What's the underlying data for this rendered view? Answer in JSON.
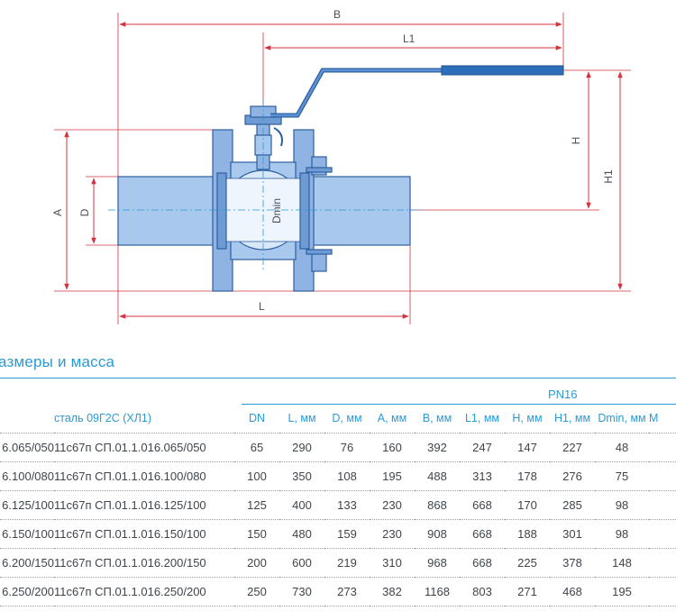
{
  "drawing": {
    "labels": {
      "b": "B",
      "l1": "L1",
      "h": "H",
      "h1": "H1",
      "a": "A",
      "d": "D",
      "dmin": "Dmin",
      "l": "L"
    },
    "colors": {
      "body_fill": "#8fb4e3",
      "body_stroke": "#2d5f9e",
      "handle": "#2e6fb9",
      "dimension_lines": "#d2343f",
      "axis": "#2a9ad6"
    }
  },
  "section": {
    "title": "азмеры и масса"
  },
  "table": {
    "group_label": "PN16",
    "columns": {
      "material": "сталь 09Г2С (ХЛ1)",
      "dn": "DN",
      "l": "L, мм",
      "d": "D, мм",
      "a": "A, мм",
      "b": "B, мм",
      "l1": "L1, мм",
      "h": "H, мм",
      "h1": "H1, мм",
      "dmin": "Dmin, мм",
      "mass": "М"
    },
    "rows": [
      {
        "code": "6.065/050",
        "name": "11с67п СП.01.1.016.065/050",
        "dn": "65",
        "l": "290",
        "d": "76",
        "a": "160",
        "b": "392",
        "l1": "247",
        "h": "147",
        "h1": "227",
        "dmin": "48"
      },
      {
        "code": "6.100/080",
        "name": "11с67п СП.01.1.016.100/080",
        "dn": "100",
        "l": "350",
        "d": "108",
        "a": "195",
        "b": "488",
        "l1": "313",
        "h": "178",
        "h1": "276",
        "dmin": "75"
      },
      {
        "code": "6.125/100",
        "name": "11с67п СП.01.1.016.125/100",
        "dn": "125",
        "l": "400",
        "d": "133",
        "a": "230",
        "b": "868",
        "l1": "668",
        "h": "170",
        "h1": "285",
        "dmin": "98"
      },
      {
        "code": "6.150/100",
        "name": "11с67п СП.01.1.016.150/100",
        "dn": "150",
        "l": "480",
        "d": "159",
        "a": "230",
        "b": "908",
        "l1": "668",
        "h": "188",
        "h1": "301",
        "dmin": "98"
      },
      {
        "code": "6.200/150",
        "name": "11с67п СП.01.1.016.200/150",
        "dn": "200",
        "l": "600",
        "d": "219",
        "a": "310",
        "b": "968",
        "l1": "668",
        "h": "225",
        "h1": "378",
        "dmin": "148"
      },
      {
        "code": "6.250/200",
        "name": "11с67п СП.01.1.016.250/200",
        "dn": "250",
        "l": "730",
        "d": "273",
        "a": "382",
        "b": "1168",
        "l1": "803",
        "h": "271",
        "h1": "468",
        "dmin": "195"
      }
    ]
  }
}
